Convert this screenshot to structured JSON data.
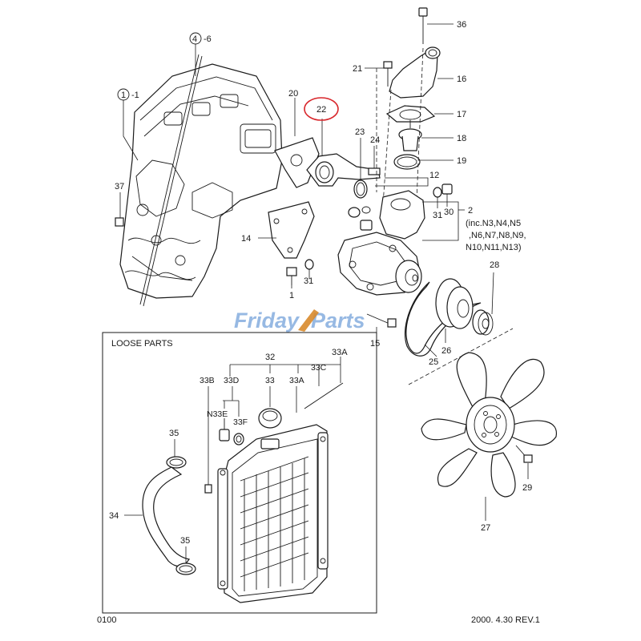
{
  "watermark": {
    "brand": "Friday Parts",
    "brand_left": "Friday",
    "brand_right": "Parts",
    "color": "#7aa6dc"
  },
  "highlight": {
    "part": "22",
    "color": "#d8262b"
  },
  "loose_parts_title": "LOOSE PARTS",
  "footer": {
    "code": "0100",
    "revision": "2000. 4.30 REV.1"
  },
  "callouts": {
    "c36": "36",
    "c21": "21",
    "c16": "16",
    "c17": "17",
    "c18": "18",
    "c19": "19",
    "c22": "22",
    "c20": "20",
    "c23": "23",
    "c24": "24",
    "c12": "12",
    "c2": "2",
    "c30": "30",
    "c31a": "31",
    "c31b": "31",
    "c14": "14",
    "c1": "1",
    "c37": "37",
    "c28": "28",
    "c25": "25",
    "c26": "26",
    "c15": "15",
    "c27": "27",
    "c29": "29",
    "c32": "32",
    "c33": "33",
    "c33A_top": "33A",
    "c33A": "33A",
    "c33B": "33B",
    "c33C": "33C",
    "c33D": "33D",
    "c33E": "N33E",
    "c33F": "33F",
    "c34": "34",
    "c35a": "35",
    "c35b": "35",
    "ref1_num": "1",
    "ref1_suffix": "-1",
    "ref4_num": "4",
    "ref4_suffix": "-6"
  },
  "inc_note": [
    "(inc.N3,N4,N5",
    ",N6,N7,N8,N9,",
    "N10,N11,N13)"
  ]
}
